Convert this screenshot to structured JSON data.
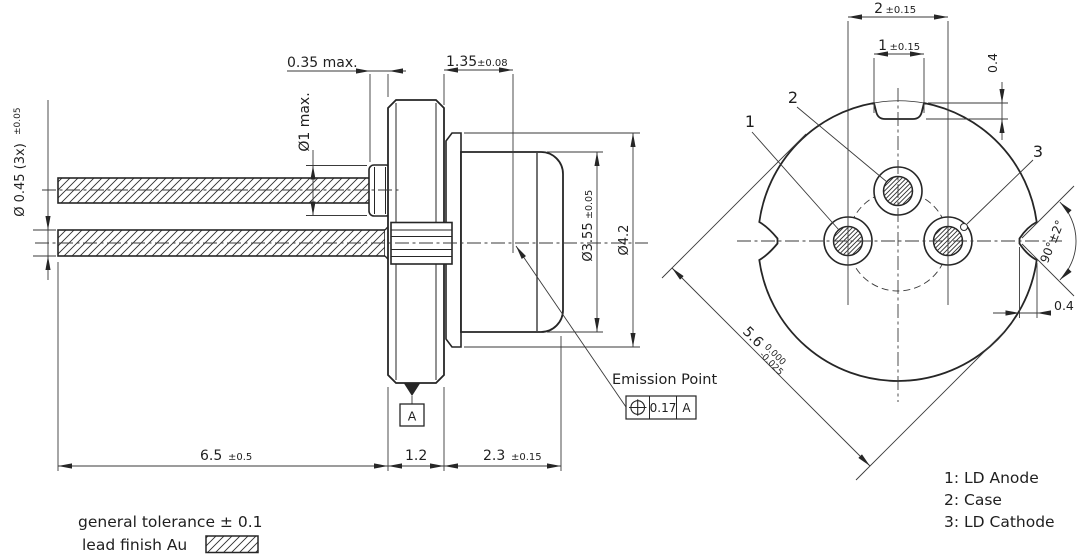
{
  "colors": {
    "line": "#262626",
    "text": "#1f1f1f",
    "bg": "#ffffff"
  },
  "drawing": {
    "side": {
      "d_standoff": "0.35 max.",
      "d_emission_plane": {
        "v": "1.35",
        "t": "±0.08"
      },
      "d_bead_dia": "Ø1 max.",
      "d_lead_dia": {
        "v": "Ø 0.45 (3x)",
        "t": "±0.05"
      },
      "d_cap_dia": {
        "v": "Ø3.55",
        "t": "±0.05"
      },
      "d_seat_dia": "Ø4.2",
      "d_lead_len": {
        "v": "6.5",
        "t": "±0.5"
      },
      "d_flange_th": "1.2",
      "d_cap_len": {
        "v": "2.3",
        "t": "±0.15"
      },
      "emission_label": "Emission Point",
      "fcf": {
        "tol": "0.17",
        "datum": "A"
      },
      "datum": "A"
    },
    "rear": {
      "d_pin_spacing": {
        "v": "2",
        "t": "±0.15"
      },
      "d_tab_width": {
        "v": "1",
        "t": "±0.15"
      },
      "d_tab_depth": "0.4",
      "d_notch_depth": "0.4",
      "d_notch_angle": "90°±2°",
      "d_can_dia": {
        "v": "5.6",
        "up": "0.000",
        "dn": "-0.025"
      },
      "pin1": "1",
      "pin2": "2",
      "pin3": "3"
    },
    "legend": {
      "l1": "1: LD Anode",
      "l2": "2: Case",
      "l3": "3: LD Cathode"
    },
    "notes": {
      "tolerance": "general tolerance ± 0.1",
      "finish": "lead finish Au"
    }
  }
}
